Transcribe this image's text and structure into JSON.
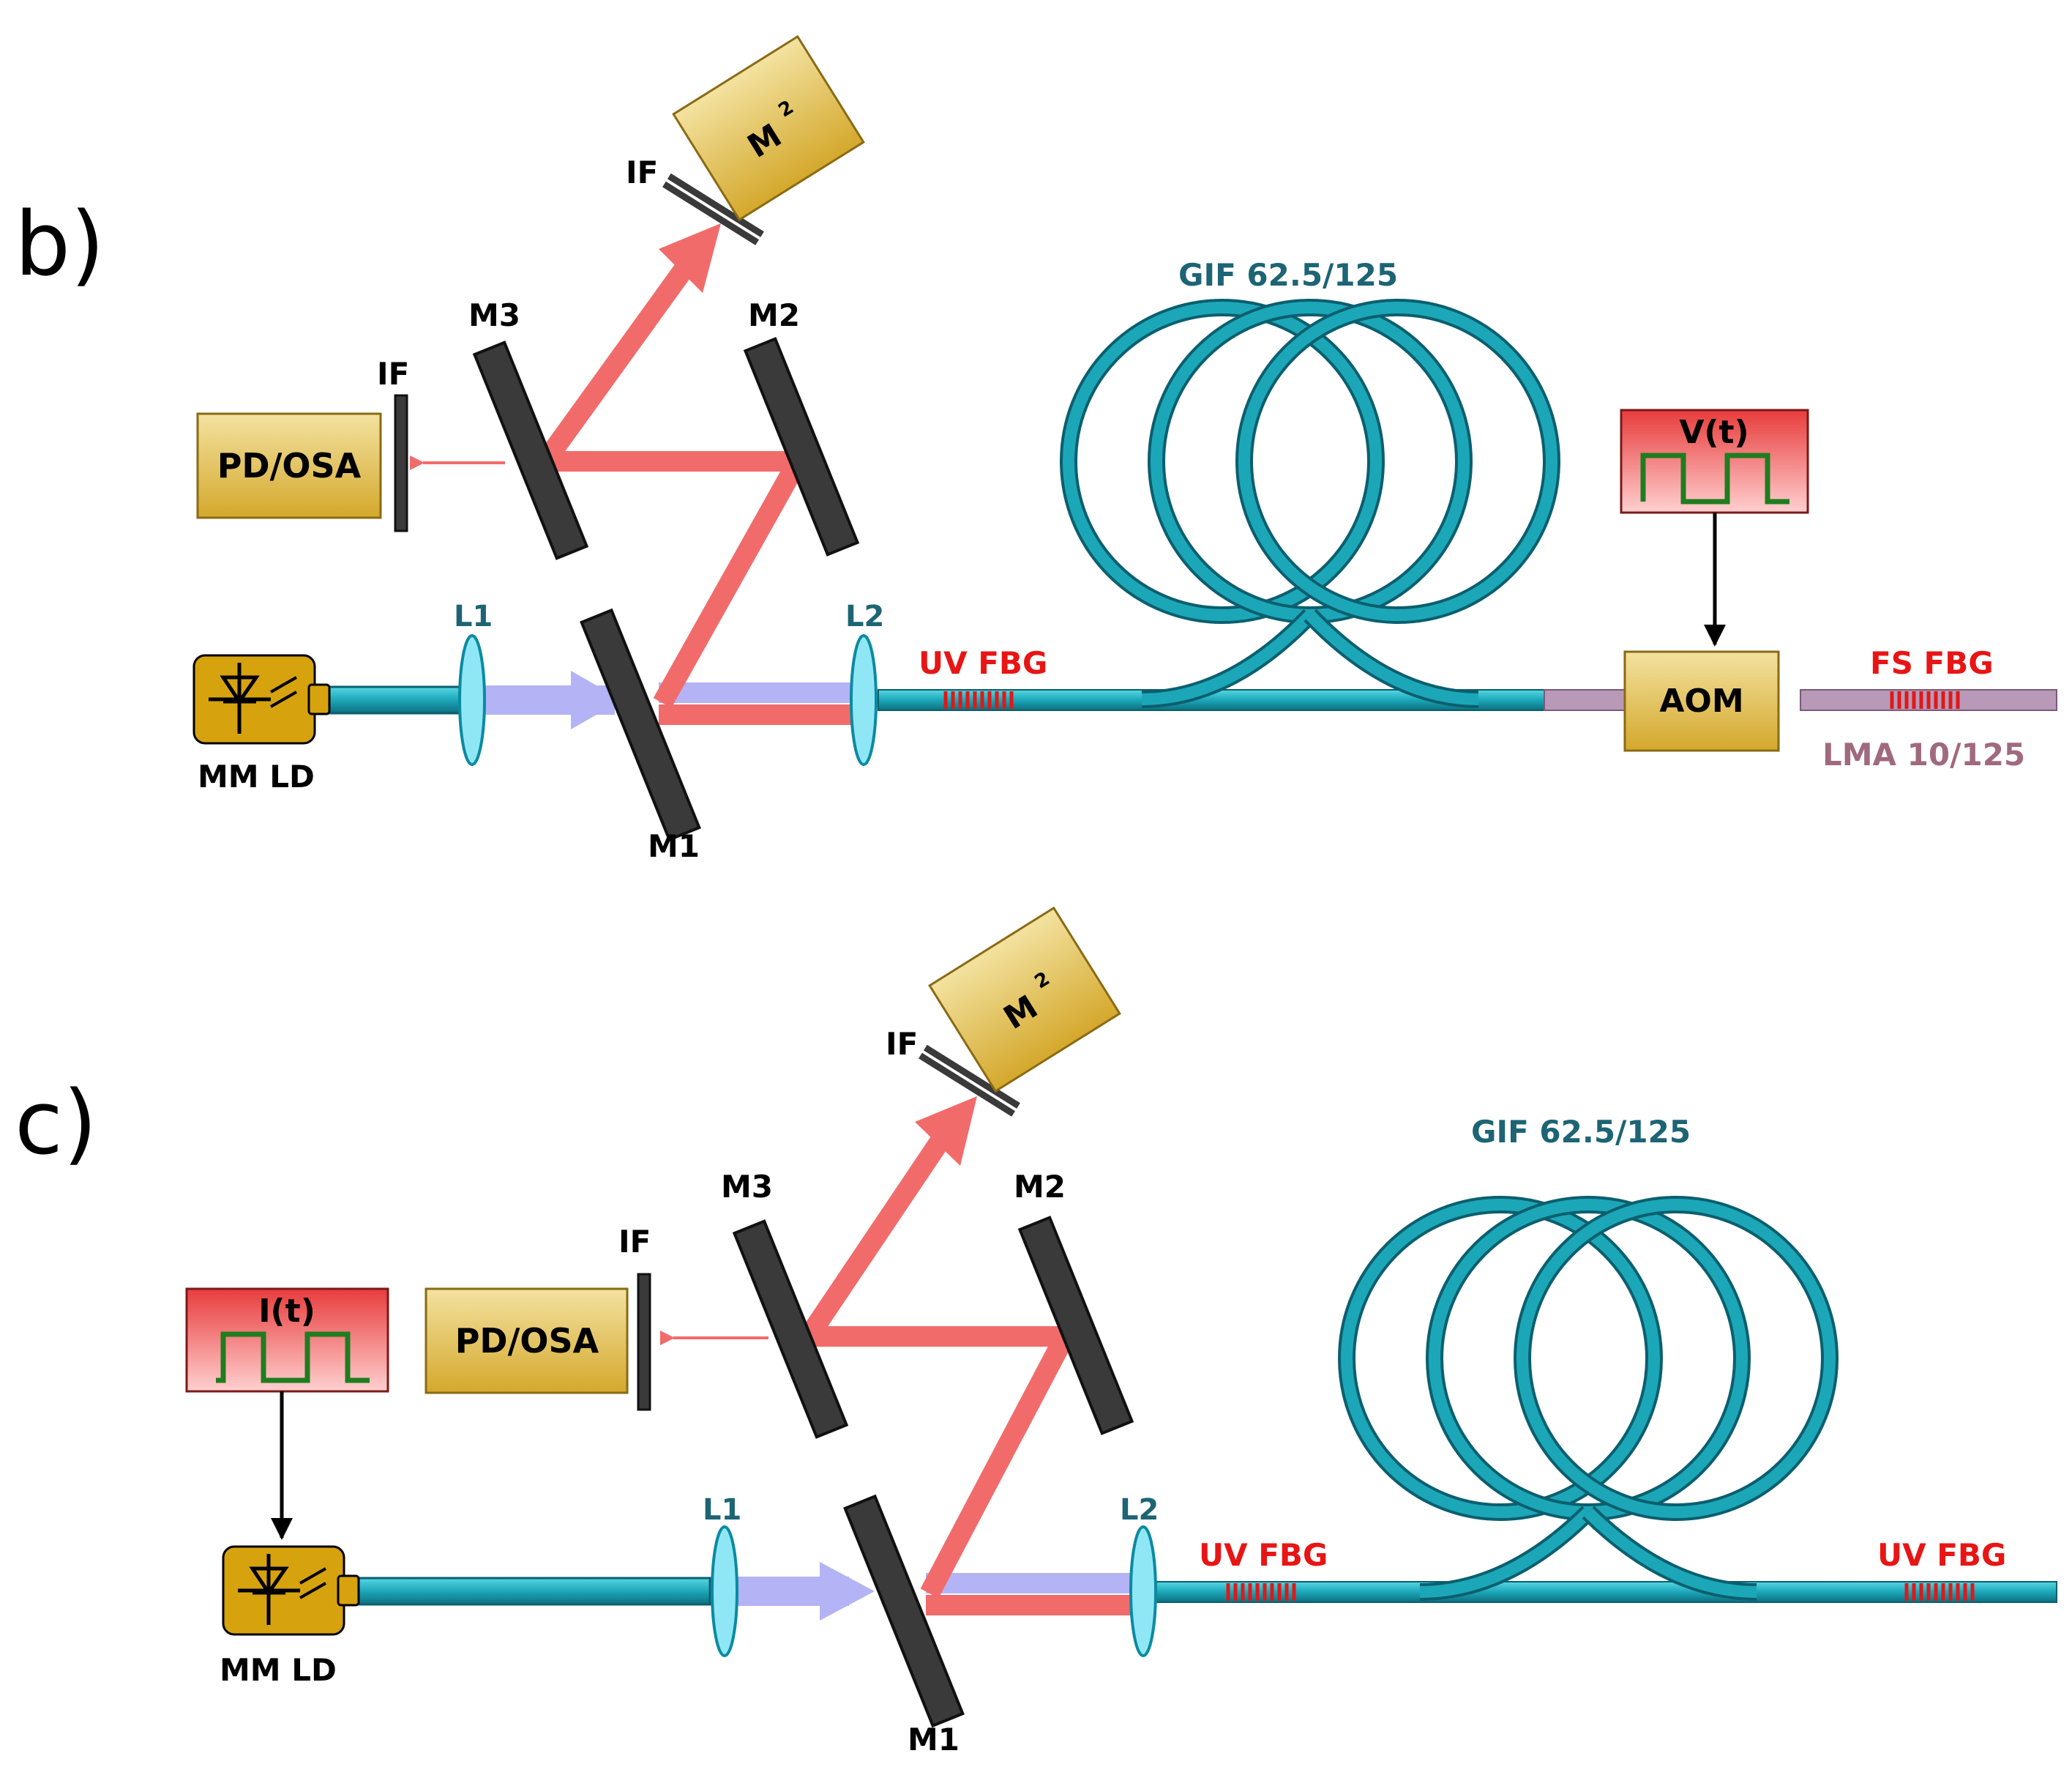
{
  "panels": {
    "b": {
      "label": "b)",
      "source": "MM LD",
      "lens1": "L1",
      "lens2": "L2",
      "mirror1": "M1",
      "mirror2": "M2",
      "mirror3": "M3",
      "filter_pd": "IF",
      "filter_m2": "IF",
      "detector": "PD/OSA",
      "beam_profiler": "M",
      "beam_profiler_sup": "2",
      "fbg_input": "UV FBG",
      "fbg_output": "FS FBG",
      "fiber_coil": "GIF 62.5/125",
      "output_fiber": "LMA 10/125",
      "modulator": "AOM",
      "signal": "V(t)"
    },
    "c": {
      "label": "c)",
      "source": "MM LD",
      "lens1": "L1",
      "lens2": "L2",
      "mirror1": "M1",
      "mirror2": "M2",
      "mirror3": "M3",
      "filter_pd": "IF",
      "filter_m2": "IF",
      "detector": "PD/OSA",
      "beam_profiler": "M",
      "beam_profiler_sup": "2",
      "fbg_input": "UV FBG",
      "fbg_output": "UV FBG",
      "fiber_coil": "GIF 62.5/125",
      "signal": "I(t)"
    }
  },
  "colors": {
    "fiber": "#1ca7b8",
    "fiber_dark": "#0b5f6e",
    "pump_beam": "#b3b3f5",
    "signal_beam": "#f26b6b",
    "fbg": "#e01818",
    "box_gold": "#e3c45e",
    "box_red": "#f25a5a",
    "mirror": "#3a3a3a",
    "lens": "#8fe7f6",
    "label_teal": "#1d6474",
    "label_red": "#e81515",
    "label_mauve": "#a06a7e",
    "waveform": "#1f7d1f"
  }
}
